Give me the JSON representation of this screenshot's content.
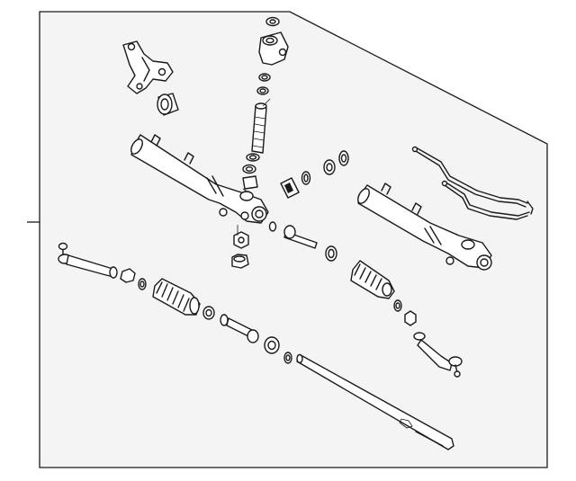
{
  "diagram": {
    "colors": {
      "background": "#ffffff",
      "panel": "#f4f4f4",
      "line": "#1a1a1a"
    },
    "parts": [
      "steering-rack-housing",
      "rack-housing-replacement",
      "mounting-bracket",
      "rack-bushing",
      "pinion-cap",
      "pinion-valve-shaft",
      "pressure-lines",
      "tie-rod-end-left",
      "tie-rod-end-right",
      "inner-tie-rod-left",
      "inner-tie-rod-right",
      "boot-left",
      "boot-right",
      "rack-bar",
      "nuts-washers-orings"
    ]
  }
}
